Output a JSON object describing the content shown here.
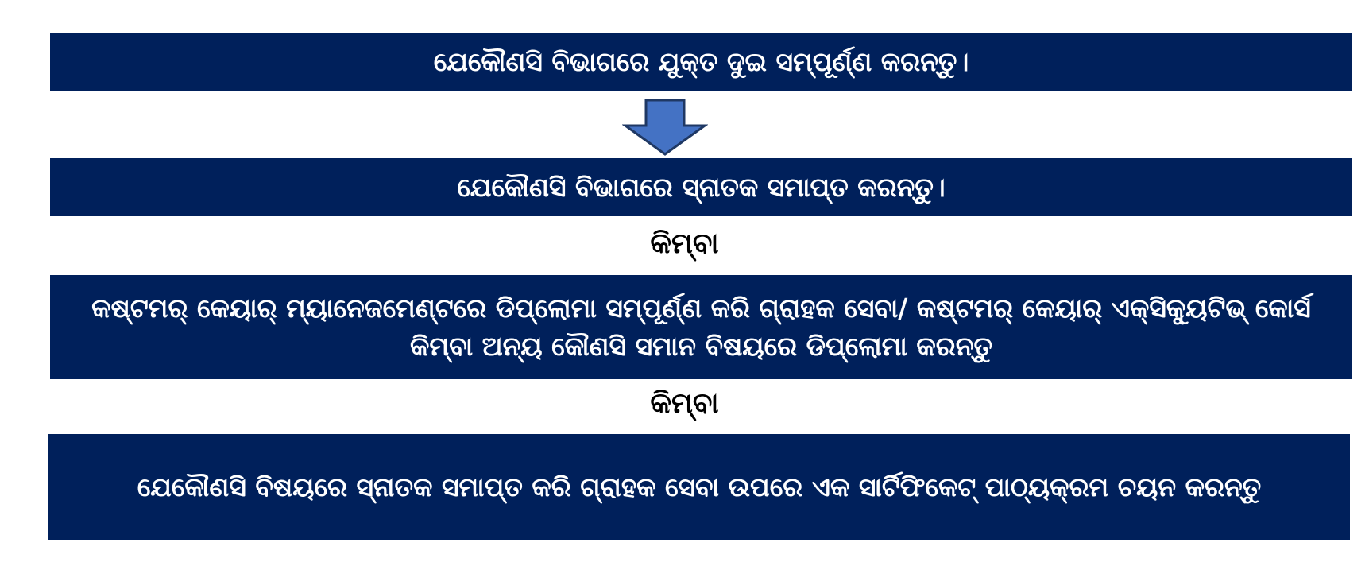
{
  "steps": [
    {
      "text": "ଯେକୌଣସି ବିଭାଗରେ ଯୁକ୍ତ ଦୁଇ ସମ୍ପୂର୍ଣ୍ଣ କରନ୍ତୁ।"
    },
    {
      "text": "ଯେକୌଣସି ବିଭାଗରେ ସ୍ନାତକ ସମାପ୍ତ କରନ୍ତୁ।"
    },
    {
      "text": "କଷ୍ଟମର୍ କେୟାର୍ ମ୍ୟାନେଜମେଣ୍ଟରେ ଡିପ୍ଲୋମା ସମ୍ପୂର୍ଣ୍ଣ କରି ଗ୍ରାହକ ସେବା/ କଷ୍ଟମର୍ କେୟାର୍ ଏକ୍ସିକ୍ୟୁଟିଭ୍ କୋର୍ସ କିମ୍ବା ଅନ୍ୟ କୌଣସି ସମାନ ବିଷୟରେ ଡିପ୍ଲୋମା କରନ୍ତୁ"
    },
    {
      "text": "ଯେକୌଣସି ବିଷୟରେ ସ୍ନାତକ ସମାପ୍ତ କରି ଗ୍ରାହକ ସେବା ଉପରେ ଏକ ସାର୍ଟିଫିକେଟ୍ ପାଠ୍ୟକ୍ରମ ଚୟନ କରନ୍ତୁ"
    }
  ],
  "or_label": "କିମ୍ବା",
  "colors": {
    "box": "#00205b",
    "arrow_fill": "#4472c4",
    "arrow_stroke": "#1f3864"
  },
  "icons": {
    "arrow": "down-arrow-icon"
  }
}
